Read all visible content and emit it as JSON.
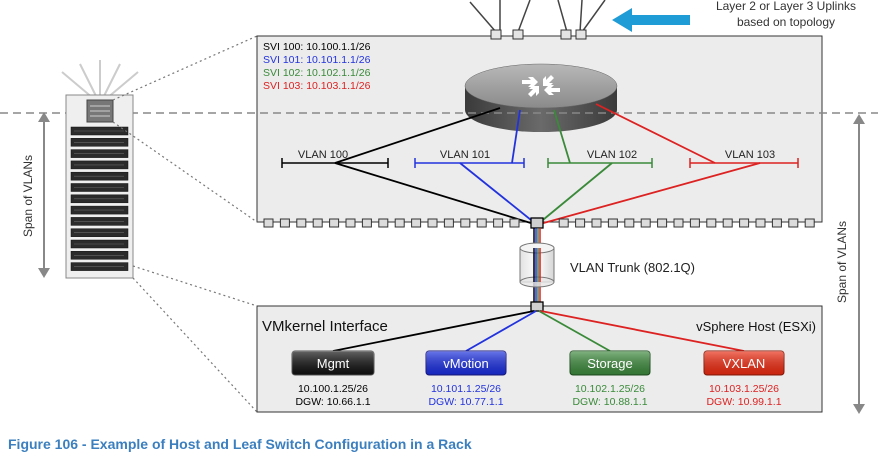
{
  "uplinks_note": [
    "Layer 2 or Layer 3 Uplinks",
    "based on topology"
  ],
  "svi": [
    {
      "text": "SVI 100: 10.100.1.1/26",
      "color": "#000000"
    },
    {
      "text": "SVI 101: 10.101.1.1/26",
      "color": "#2233dd"
    },
    {
      "text": "SVI 102: 10.102.1.1/26",
      "color": "#3a8a3a"
    },
    {
      "text": "SVI 103: 10.103.1.1/26",
      "color": "#dd2222"
    }
  ],
  "vlans": [
    {
      "label": "VLAN 100",
      "color": "#000000"
    },
    {
      "label": "VLAN 101",
      "color": "#2233dd"
    },
    {
      "label": "VLAN 102",
      "color": "#3a8a3a"
    },
    {
      "label": "VLAN 103",
      "color": "#dd2222"
    }
  ],
  "trunk_label": "VLAN Trunk (802.1Q)",
  "span_label": "Span of VLANs",
  "host": {
    "vmkernel_label": "VMkernel Interface",
    "host_label": "vSphere Host (ESXi)"
  },
  "interfaces": [
    {
      "name": "Mgmt",
      "fill": "#111111",
      "ip": "10.100.1.25/26",
      "dgw": "DGW: 10.66.1.1",
      "color": "#000000"
    },
    {
      "name": "vMotion",
      "fill": "#1a2ee0",
      "ip": "10.101.1.25/26",
      "dgw": "DGW: 10.77.1.1",
      "color": "#2233dd"
    },
    {
      "name": "Storage",
      "fill": "#3d8a3d",
      "ip": "10.102.1.25/26",
      "dgw": "DGW: 10.88.1.1",
      "color": "#3a8a3a"
    },
    {
      "name": "VXLAN",
      "fill": "#ee2a10",
      "ip": "10.103.1.25/26",
      "dgw": "DGW: 10.99.1.1",
      "color": "#dd2222"
    }
  ],
  "caption": "Figure 106 - Example of Host and Leaf Switch Configuration in a Rack"
}
